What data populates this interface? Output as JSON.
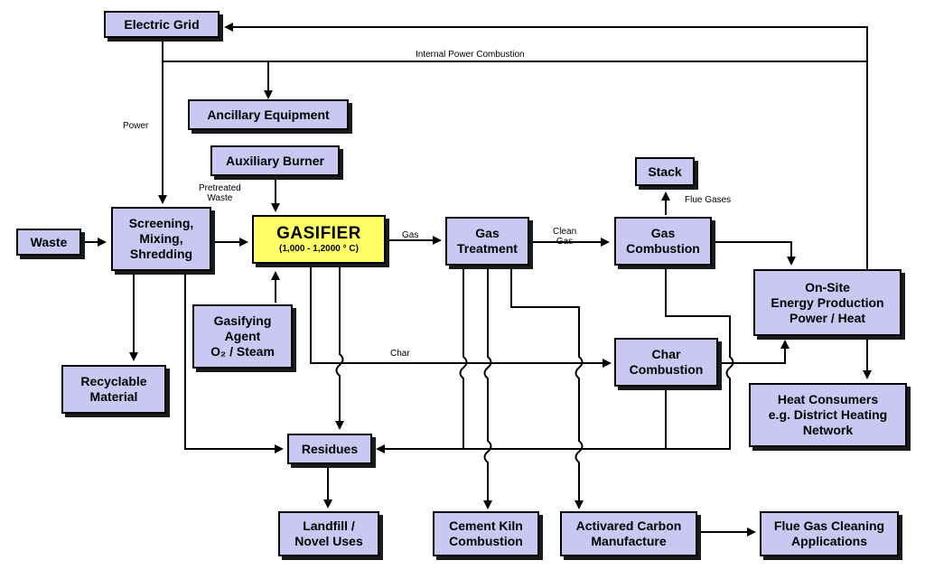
{
  "colors": {
    "box_fill": "#c9c8f2",
    "gasifier_fill": "#ffff66",
    "line": "#000000"
  },
  "boxes": {
    "electric_grid": "Electric Grid",
    "ancillary_equipment": "Ancillary Equipment",
    "auxiliary_burner": "Auxiliary Burner",
    "stack": "Stack",
    "waste": "Waste",
    "screening": [
      "Screening,",
      "Mixing,",
      "Shredding"
    ],
    "gasifier": {
      "title": "GASIFIER",
      "subtitle": "(1,000 - 1,2000 ° C)"
    },
    "gas_treatment": [
      "Gas",
      "Treatment"
    ],
    "gas_combustion": [
      "Gas",
      "Combustion"
    ],
    "onsite_energy": [
      "On-Site",
      "Energy Production",
      "Power / Heat"
    ],
    "gasifying_agent": [
      "Gasifying",
      "Agent",
      "O₂ / Steam"
    ],
    "recyclable_material": [
      "Recyclable",
      "Material"
    ],
    "char_combustion": [
      "Char",
      "Combustion"
    ],
    "heat_consumers": [
      "Heat Consumers",
      "e.g. District Heating",
      "Network"
    ],
    "residues": "Residues",
    "landfill": [
      "Landfill /",
      "Novel Uses"
    ],
    "cement_kiln": [
      "Cement Kiln",
      "Combustion"
    ],
    "activated_carbon": [
      "Activared Carbon",
      "Manufacture"
    ],
    "flue_gas_cleaning": [
      "Flue Gas Cleaning",
      "Applications"
    ]
  },
  "labels": {
    "internal_power": "Internal Power Combustion",
    "power": "Power",
    "pretreated_waste": [
      "Pretreated",
      "Waste"
    ],
    "gas": "Gas",
    "clean_gas": [
      "Clean",
      "Gas"
    ],
    "flue_gases": "Flue Gases",
    "char": "Char"
  }
}
